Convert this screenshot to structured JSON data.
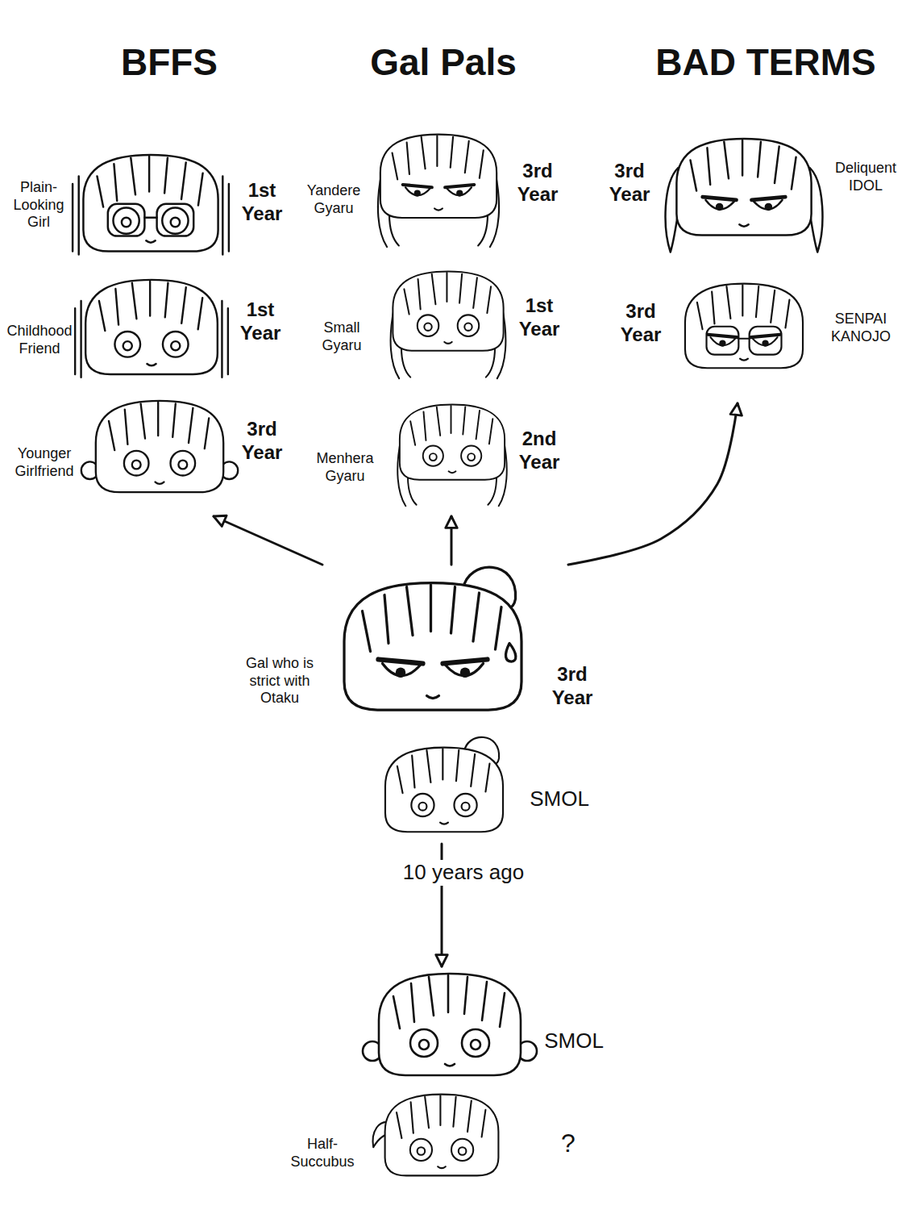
{
  "diagram": {
    "nodes": [
      {
        "text": [
          "BFFS"
        ]
      },
      {
        "text": [
          "Plain-Looking Girl",
          "1st Year"
        ],
        "in": 0
      },
      {
        "text": [
          "Childhood Friend",
          "1st Year"
        ],
        "in": 0
      },
      {
        "text": [
          "Younger Girlfriend",
          "3rd Year"
        ],
        "in": 0
      },
      {
        "text": [
          "Gal Pals"
        ]
      },
      {
        "text": [
          "Yandere Gyaru",
          "3rd Year"
        ],
        "in": 4
      },
      {
        "text": [
          "Small Gyaru",
          "1st Year"
        ],
        "in": 4
      },
      {
        "text": [
          "Menhera Gyaru",
          "2nd Year"
        ],
        "in": 4
      },
      {
        "text": [
          "BAD TERMS"
        ]
      },
      {
        "text": [
          "3rd Year",
          "Deliquent IDOL"
        ],
        "in": 8
      },
      {
        "text": [
          "3rd Year",
          "SENPAI KANOJO"
        ],
        "in": 8
      },
      {
        "text": [
          "Gal who is strict with Otaku",
          "3rd Year"
        ]
      },
      {
        "text": [
          "SMOL"
        ]
      },
      {
        "text": [
          "SMOL"
        ]
      },
      {
        "text": [
          "Half-Succubus",
          "?"
        ]
      }
    ],
    "edges": [
      {
        "from": 11,
        "to": 0,
        "arrow": "to"
      },
      {
        "from": 11,
        "to": 4,
        "arrow": "to"
      },
      {
        "from": 11,
        "to": 8,
        "arrow": "to"
      },
      {
        "from": 12,
        "to": 13,
        "label": "10 years ago",
        "arrow": "to"
      }
    ]
  }
}
